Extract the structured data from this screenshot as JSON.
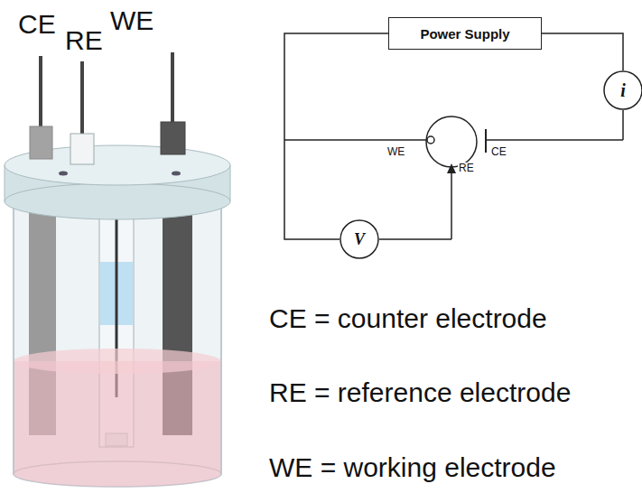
{
  "diagram": {
    "nodes": [
      {
        "text": [
          "Power Supply"
        ]
      },
      {
        "text": [
          "i"
        ]
      },
      {
        "text": [
          "V"
        ]
      }
    ],
    "edges": [
      {
        "from": 0,
        "to": 1,
        "arrow": "none"
      },
      {
        "from": 0,
        "to": 2,
        "arrow": "none"
      }
    ],
    "labels": [
      "CE",
      "RE",
      "WE",
      "WE",
      "CE",
      "RE",
      "CE = counter electrode",
      "RE = reference electrode",
      "WE = working electrode"
    ]
  }
}
